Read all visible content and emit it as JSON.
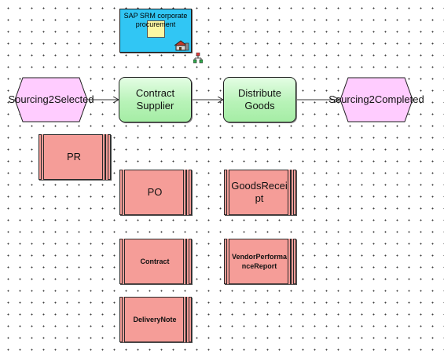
{
  "diagram": {
    "org_unit": {
      "label": "SAP SRM corporate procurement",
      "color": "#31c6f4",
      "icon": "house-icon"
    },
    "events": [
      {
        "id": "start",
        "label": "Sourcing2Selected",
        "color": "#ffccff"
      },
      {
        "id": "end",
        "label": "Sourcing2Completed",
        "color": "#ffccff"
      }
    ],
    "functions": [
      {
        "id": "contract-supplier",
        "label": "Contract Supplier",
        "color": "#b8f3b8"
      },
      {
        "id": "distribute-goods",
        "label": "Distribute Goods",
        "color": "#b8f3b8"
      }
    ],
    "information_objects": [
      {
        "id": "pr",
        "label": "PR"
      },
      {
        "id": "po",
        "label": "PO"
      },
      {
        "id": "goods-receipt",
        "label": "GoodsReceipt"
      },
      {
        "id": "contract",
        "label": "Contract"
      },
      {
        "id": "vendor-performance-report",
        "label": "VendorPerformanceReport"
      },
      {
        "id": "delivery-note",
        "label": "DeliveryNote"
      }
    ],
    "flow": [
      "Sourcing2Selected",
      "Contract Supplier",
      "Distribute Goods",
      "Sourcing2Completed"
    ],
    "connector_icon": "hierarchy-icon",
    "info_object_color": "#f59d98"
  }
}
